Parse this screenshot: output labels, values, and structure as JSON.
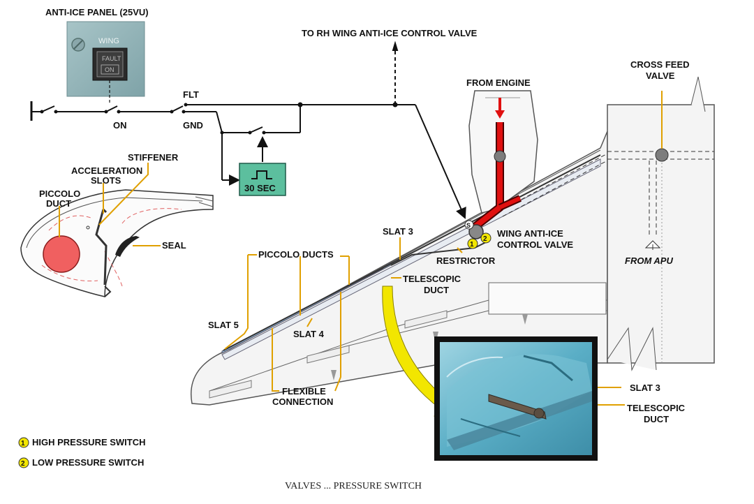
{
  "panel": {
    "title": "ANTI-ICE PANEL (25VU)",
    "wing_label": "WING",
    "fault_label": "FAULT",
    "on_label": "ON"
  },
  "circuit": {
    "to_rh": "TO RH WING ANTI-ICE CONTROL VALVE",
    "on": "ON",
    "flt": "FLT",
    "gnd": "GND",
    "timer": "30 SEC"
  },
  "section": {
    "stiffener": "STIFFENER",
    "accel_1": "ACCELERATION",
    "accel_2": "SLOTS",
    "piccolo_1": "PICCOLO",
    "piccolo_2": "DUCT",
    "seal": "SEAL"
  },
  "wing": {
    "from_engine": "FROM ENGINE",
    "cross_feed_1": "CROSS FEED",
    "cross_feed_2": "VALVE",
    "from_apu": "FROM APU",
    "slat3_top": "SLAT 3",
    "valve_1": "WING ANTI-ICE",
    "valve_2": "CONTROL VALVE",
    "restrictor": "RESTRICTOR",
    "piccolo_ducts": "PICCOLO DUCTS",
    "telescopic_1": "TELESCOPIC",
    "telescopic_2": "DUCT",
    "slat5": "SLAT 5",
    "slat4": "SLAT 4",
    "flex_1": "FLEXIBLE",
    "flex_2": "CONNECTION",
    "switch_s": "S",
    "switch_1": "1",
    "switch_2": "2"
  },
  "photo": {
    "slat3": "SLAT 3",
    "telescopic_1": "TELESCOPIC",
    "telescopic_2": "DUCT"
  },
  "legend": [
    {
      "num": "1",
      "text": "HIGH PRESSURE SWITCH"
    },
    {
      "num": "2",
      "text": "LOW PRESSURE SWITCH"
    }
  ],
  "caption": "VALVES ... PRESSURE SWITCH",
  "colors": {
    "hot_air": "#e01010",
    "panel": "#8fb2b6",
    "timer": "#5cbf9e",
    "slat_highlight": "#8fb0cf",
    "leader": "#e0a000",
    "callout_arrow": "#f2e600",
    "photo": "#6fb8cc"
  }
}
